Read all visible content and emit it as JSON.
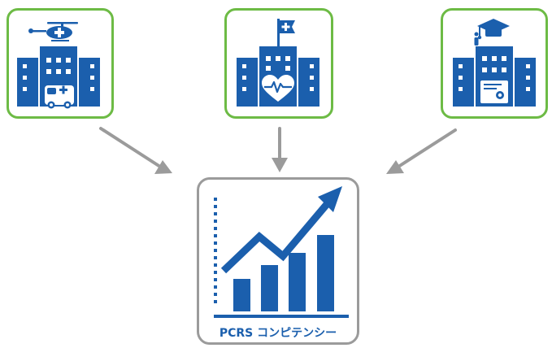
{
  "colors": {
    "building_blue": "#1b5fad",
    "tile_border_green": "#6dbb45",
    "tile_border_gray": "#9b9b9b",
    "arrow_gray": "#9b9b9b",
    "window_white": "#ffffff"
  },
  "facilities": [
    {
      "id": "trauma",
      "icon": "helicopter-ambulance-hospital-icon"
    },
    {
      "id": "cardiac",
      "icon": "flag-heart-hospital-icon"
    },
    {
      "id": "academic",
      "icon": "graduation-certificate-hospital-icon"
    }
  ],
  "result": {
    "icon": "growth-chart-icon",
    "label": "PCRS コンピテンシー"
  }
}
